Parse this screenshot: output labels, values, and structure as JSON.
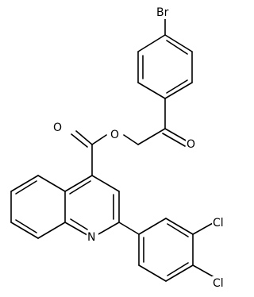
{
  "colors": {
    "bond": "#000000",
    "label": "#000000",
    "background": "#ffffff"
  },
  "atoms": {
    "br": "Br",
    "o_ester": "O",
    "o_ketone": "O",
    "o_carbonyl": "O",
    "n": "N",
    "cl_upper": "Cl",
    "cl_lower": "Cl"
  }
}
